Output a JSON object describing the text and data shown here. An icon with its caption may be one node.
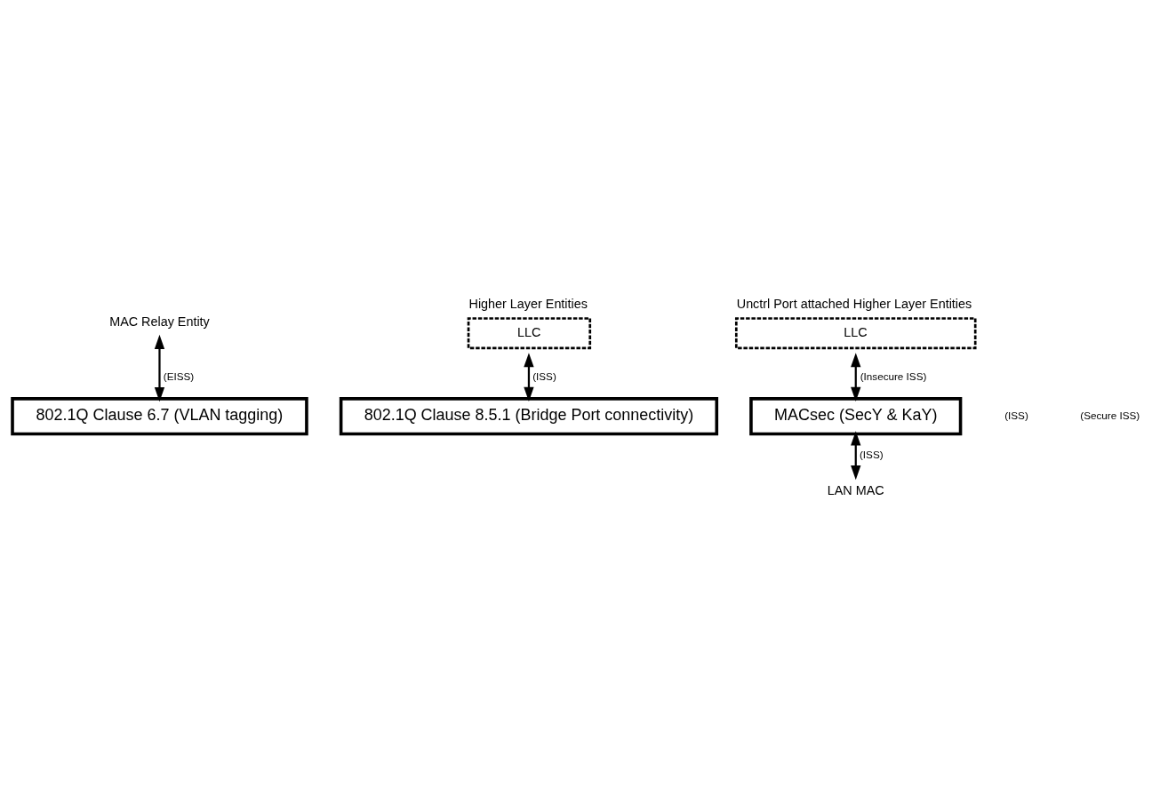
{
  "diagram": {
    "nodes": [
      {
        "text": [
          "MAC Relay Entity"
        ]
      },
      {
        "text": [
          "Higher Layer Entities",
          "LLC"
        ]
      },
      {
        "text": [
          "Unctrl Port attached Higher Layer Entities",
          "LLC"
        ]
      },
      {
        "text": [
          "802.1Q Clause 6.7 (VLAN tagging)"
        ]
      },
      {
        "text": [
          "802.1Q Clause 8.5.1 (Bridge Port connectivity)"
        ]
      },
      {
        "text": [
          "MACsec (SecY & KaY)"
        ]
      },
      {
        "text": [
          "LAN MAC"
        ]
      }
    ],
    "edges": [
      {
        "from": 0,
        "to": 3,
        "arrow": "both",
        "label": "(EISS)"
      },
      {
        "from": 1,
        "to": 4,
        "arrow": "both",
        "label": "(ISS)"
      },
      {
        "from": 2,
        "to": 5,
        "arrow": "both",
        "label": "(Insecure ISS)"
      },
      {
        "from": 5,
        "to": 6,
        "arrow": "both",
        "label": "(ISS)"
      }
    ],
    "labels": [
      "(ISS)",
      "(Secure ISS)"
    ]
  }
}
